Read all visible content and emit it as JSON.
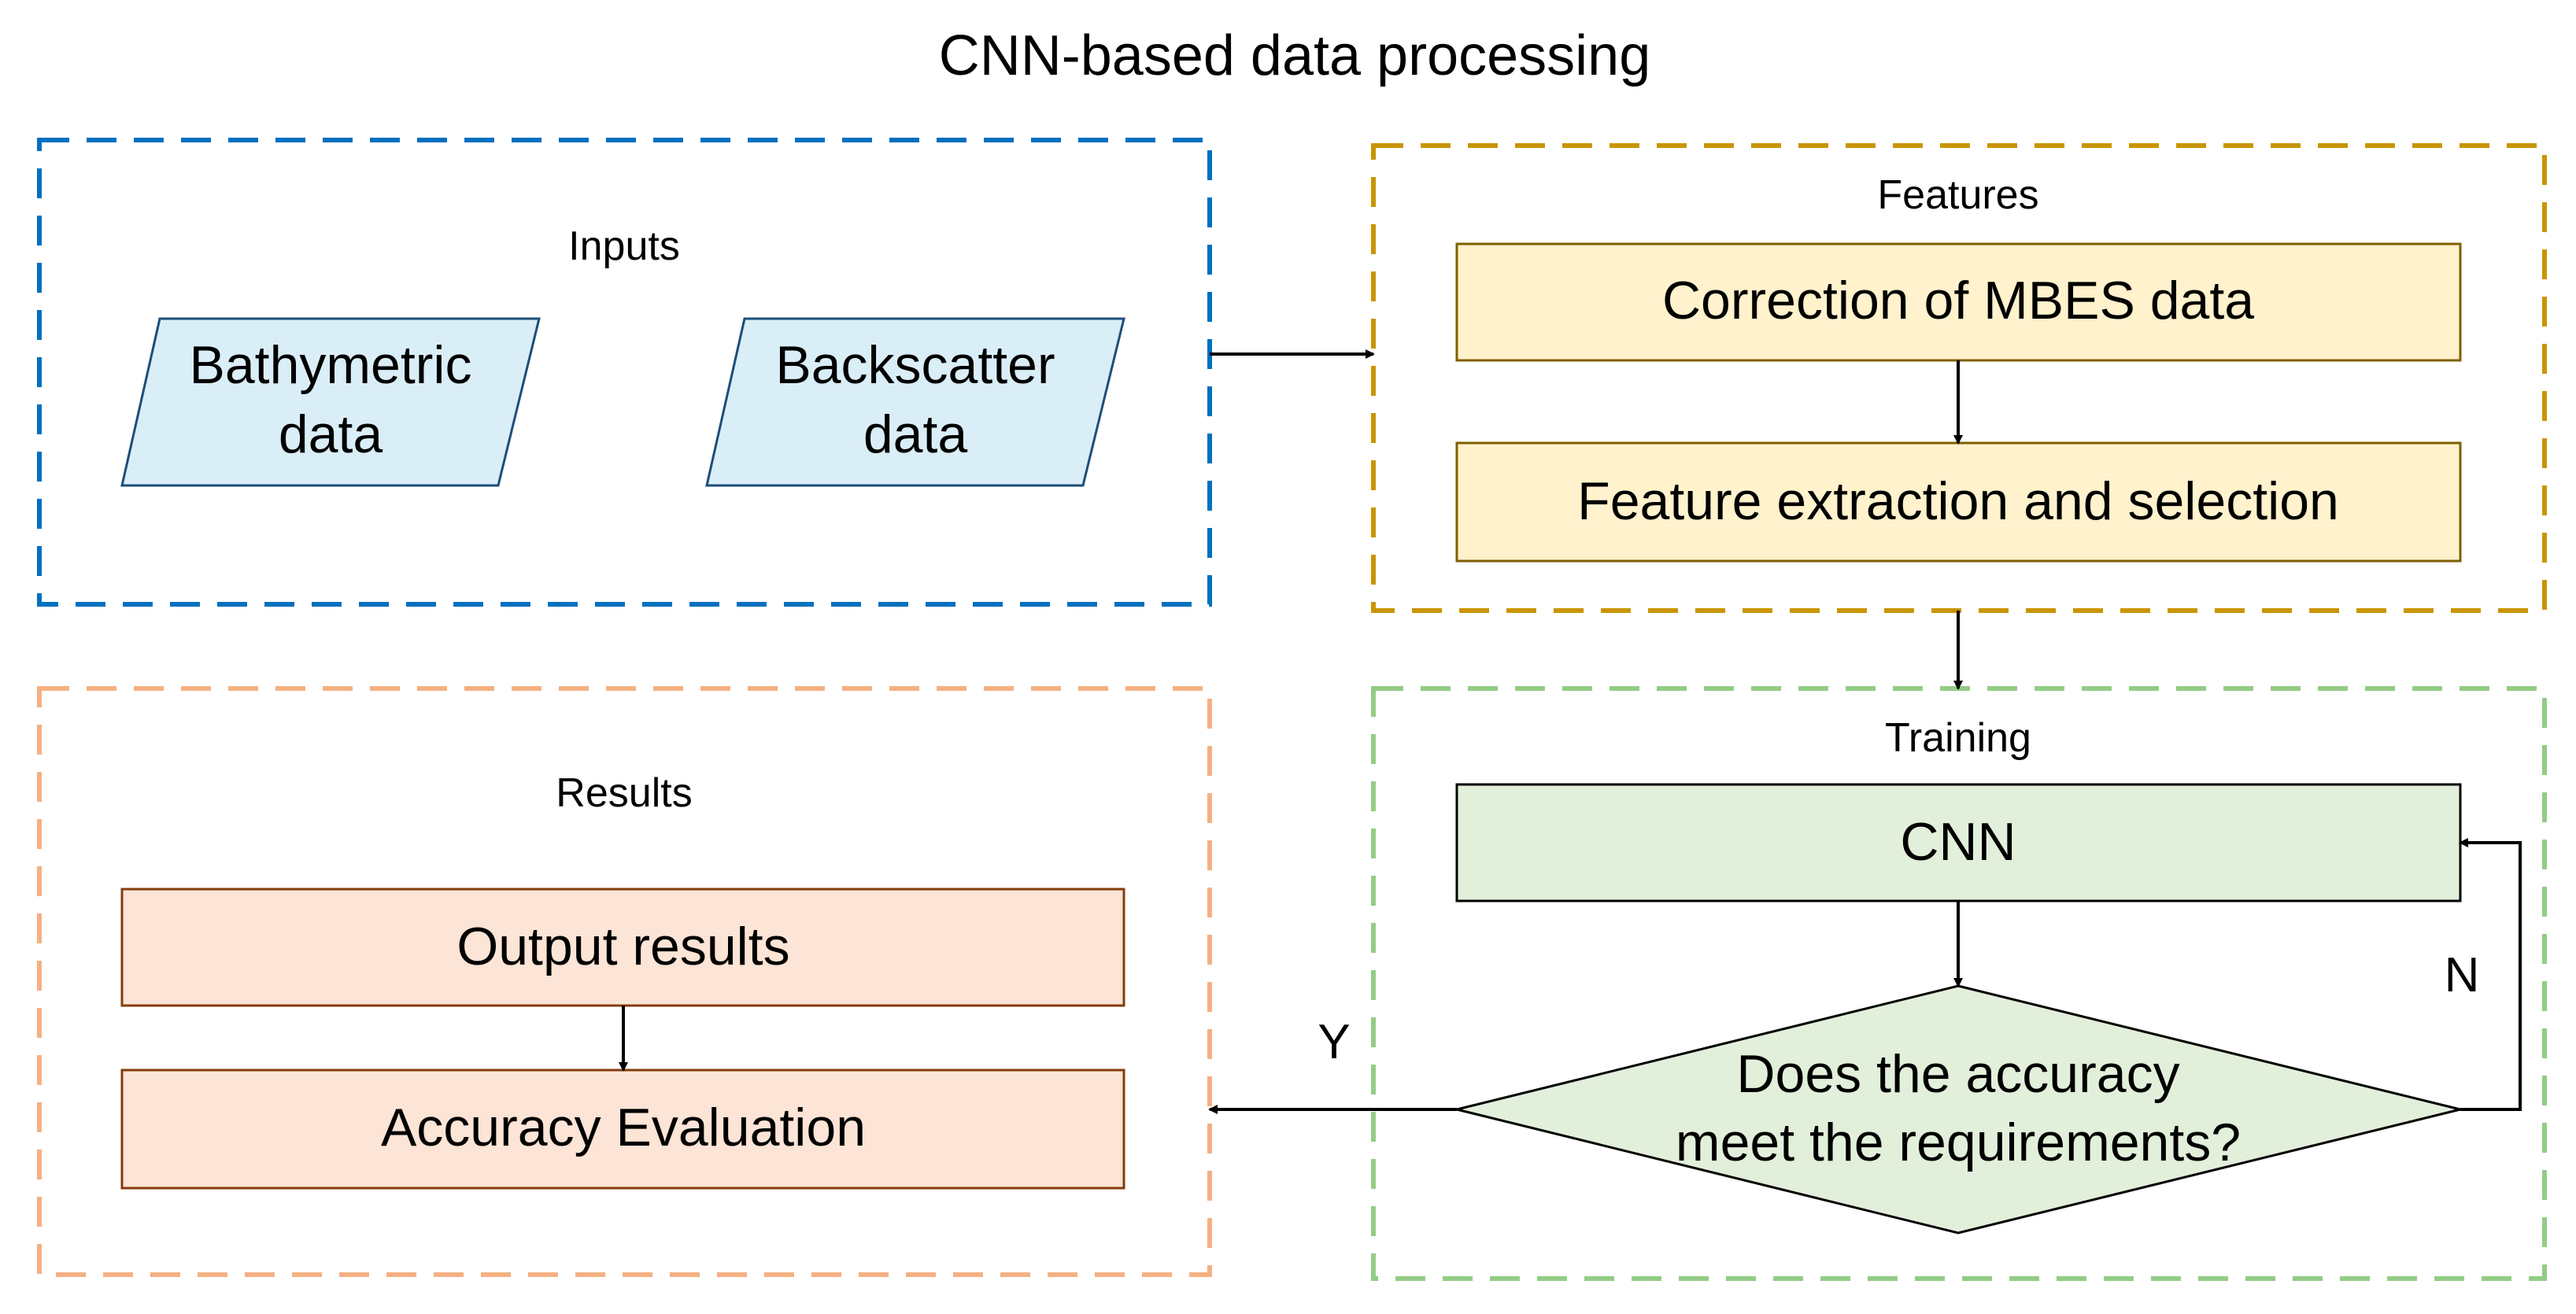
{
  "title": "CNN-based data processing",
  "groups": {
    "inputs": {
      "label": "Inputs",
      "border_color": "#0070c0"
    },
    "features": {
      "label": "Features",
      "border_color": "#c99500"
    },
    "results": {
      "label": "Results",
      "border_color": "#f4b183"
    },
    "training": {
      "label": "Training",
      "border_color": "#93cc86"
    }
  },
  "nodes": {
    "bathymetric": {
      "line1": "Bathymetric",
      "line2": "data",
      "fill": "#daeef7"
    },
    "backscatter": {
      "line1": "Backscatter",
      "line2": "data",
      "fill": "#daeef7"
    },
    "correction": {
      "label": "Correction of MBES data",
      "fill": "#fff2cc"
    },
    "feature_extraction": {
      "label": "Feature extraction and selection",
      "fill": "#fff2cc"
    },
    "cnn": {
      "label": "CNN",
      "fill": "#e2efda"
    },
    "decision": {
      "line1": "Does the accuracy",
      "line2": "meet the requirements?",
      "fill": "#e2efda"
    },
    "output": {
      "label": "Output results",
      "fill": "#fce4d6"
    },
    "accuracy": {
      "label": "Accuracy Evaluation",
      "fill": "#fce4d6"
    }
  },
  "edge_labels": {
    "yes": "Y",
    "no": "N"
  }
}
